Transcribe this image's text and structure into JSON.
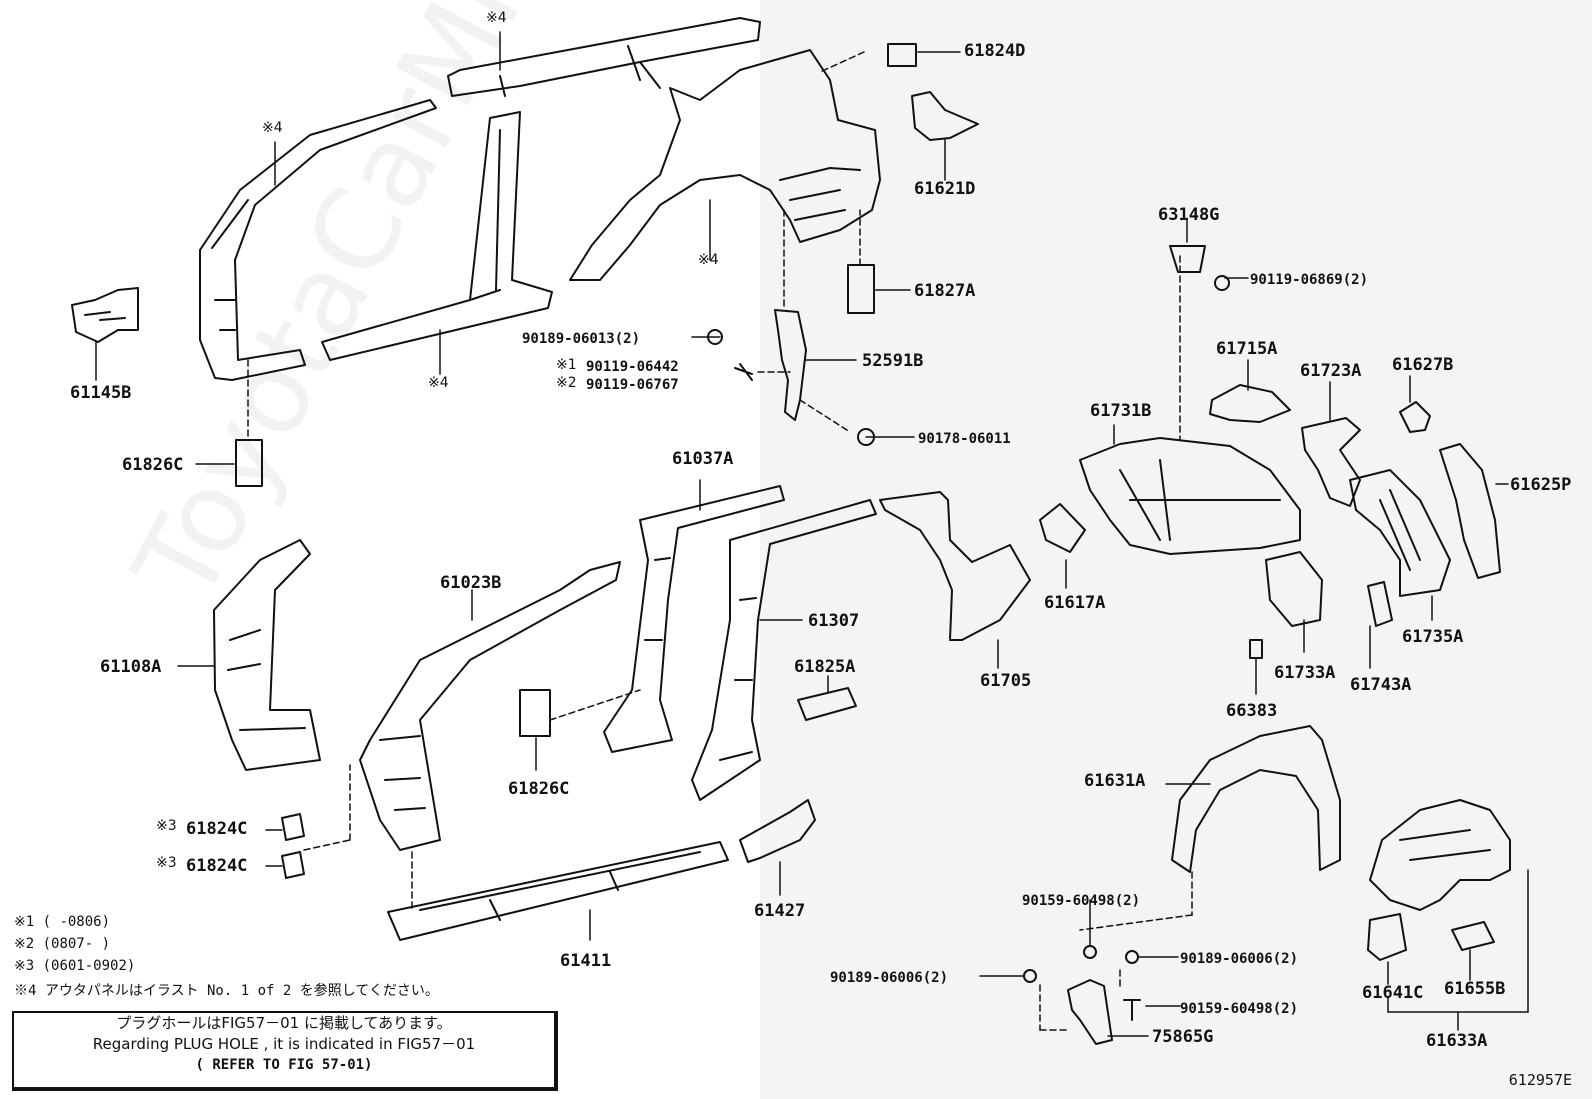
{
  "watermark": "ToyotaCarMine.ru",
  "diagram_code": "612957E",
  "parts": {
    "p61824D_top": "61824D",
    "p61621D": "61621D",
    "p63148G": "63148G",
    "p90119_06869": "90119-06869(2)",
    "p61827A": "61827A",
    "p61145B": "61145B",
    "p90189_06013": "90189-06013(2)",
    "p90119_06442": "90119-06442",
    "p90119_06767": "90119-06767",
    "p52591B": "52591B",
    "p61715A": "61715A",
    "p61723A": "61723A",
    "p61627B": "61627B",
    "p61731B": "61731B",
    "p90178_06011": "90178-06011",
    "p61826C_top": "61826C",
    "p61037A": "61037A",
    "p61625P": "61625P",
    "p61023B": "61023B",
    "p61617A": "61617A",
    "p61307": "61307",
    "p61735A": "61735A",
    "p61108A": "61108A",
    "p61825A": "61825A",
    "p61705": "61705",
    "p61733A": "61733A",
    "p61743A": "61743A",
    "p66383": "66383",
    "p61826C_mid": "61826C",
    "p61631A": "61631A",
    "p61824C_a": "61824C",
    "p61824C_b": "61824C",
    "p61427": "61427",
    "p90159_60498_a": "90159-60498(2)",
    "p61411": "61411",
    "p90189_06006_a": "90189-06006(2)",
    "p90189_06006_b": "90189-06006(2)",
    "p90159_60498_b": "90159-60498(2)",
    "p61641C": "61641C",
    "p61655B": "61655B",
    "p75865G": "75865G",
    "p61633A": "61633A"
  },
  "marks": {
    "m4_top": "※4",
    "m4_pillar": "※4",
    "m4_quarter": "※4",
    "m4_rocker": "※4",
    "m1": "※1",
    "m2": "※2",
    "m3_a": "※3",
    "m3_b": "※3"
  },
  "notes": {
    "n1": "※1 (      -0806)",
    "n2": "※2 (0807-      )",
    "n3": "※3 (0601-0902)",
    "n4": "※4 アウタパネルはイラスト No. 1 of 2 を参照してください。"
  },
  "refbox": {
    "line1": "プラグホールはFIG57－01 に掲載してあります。",
    "line2": "Regarding PLUG HOLE , it is indicated in FIG57－01",
    "line3": "( REFER TO FIG 57-01)"
  }
}
